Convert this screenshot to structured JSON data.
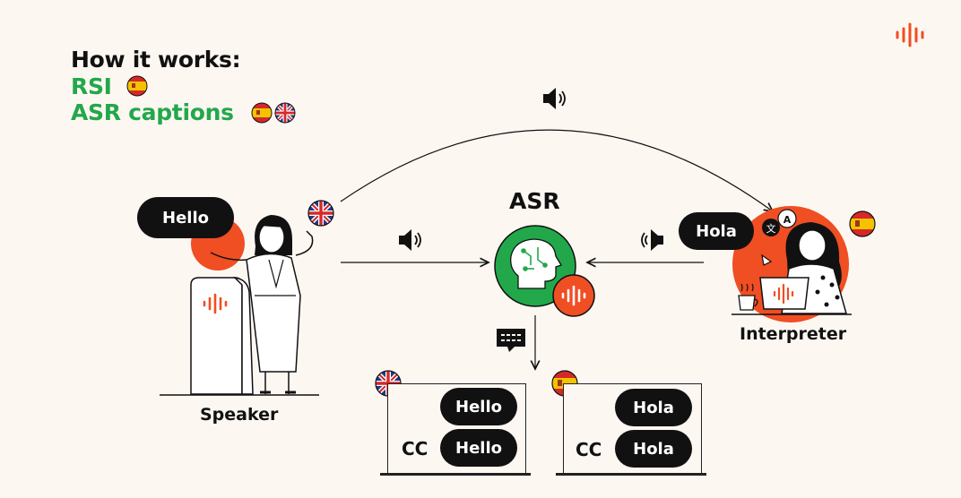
{
  "header": {
    "title": "How it works:",
    "line2": "RSI",
    "line3": "ASR captions"
  },
  "diagram": {
    "asr_label": "ASR",
    "speaker_label": "Speaker",
    "interpreter_label": "Interpreter",
    "speaker_bubble": "Hello",
    "interpreter_bubble": "Hola"
  },
  "outputs": {
    "english": {
      "audio_text": "Hello",
      "cc_label": "CC",
      "caption_text": "Hello"
    },
    "spanish": {
      "audio_text": "Hola",
      "cc_label": "CC",
      "caption_text": "Hola"
    }
  },
  "colors": {
    "accent": "#f04e23",
    "green": "#22a84a",
    "ink": "#111111",
    "bg": "#fdf7f2"
  }
}
